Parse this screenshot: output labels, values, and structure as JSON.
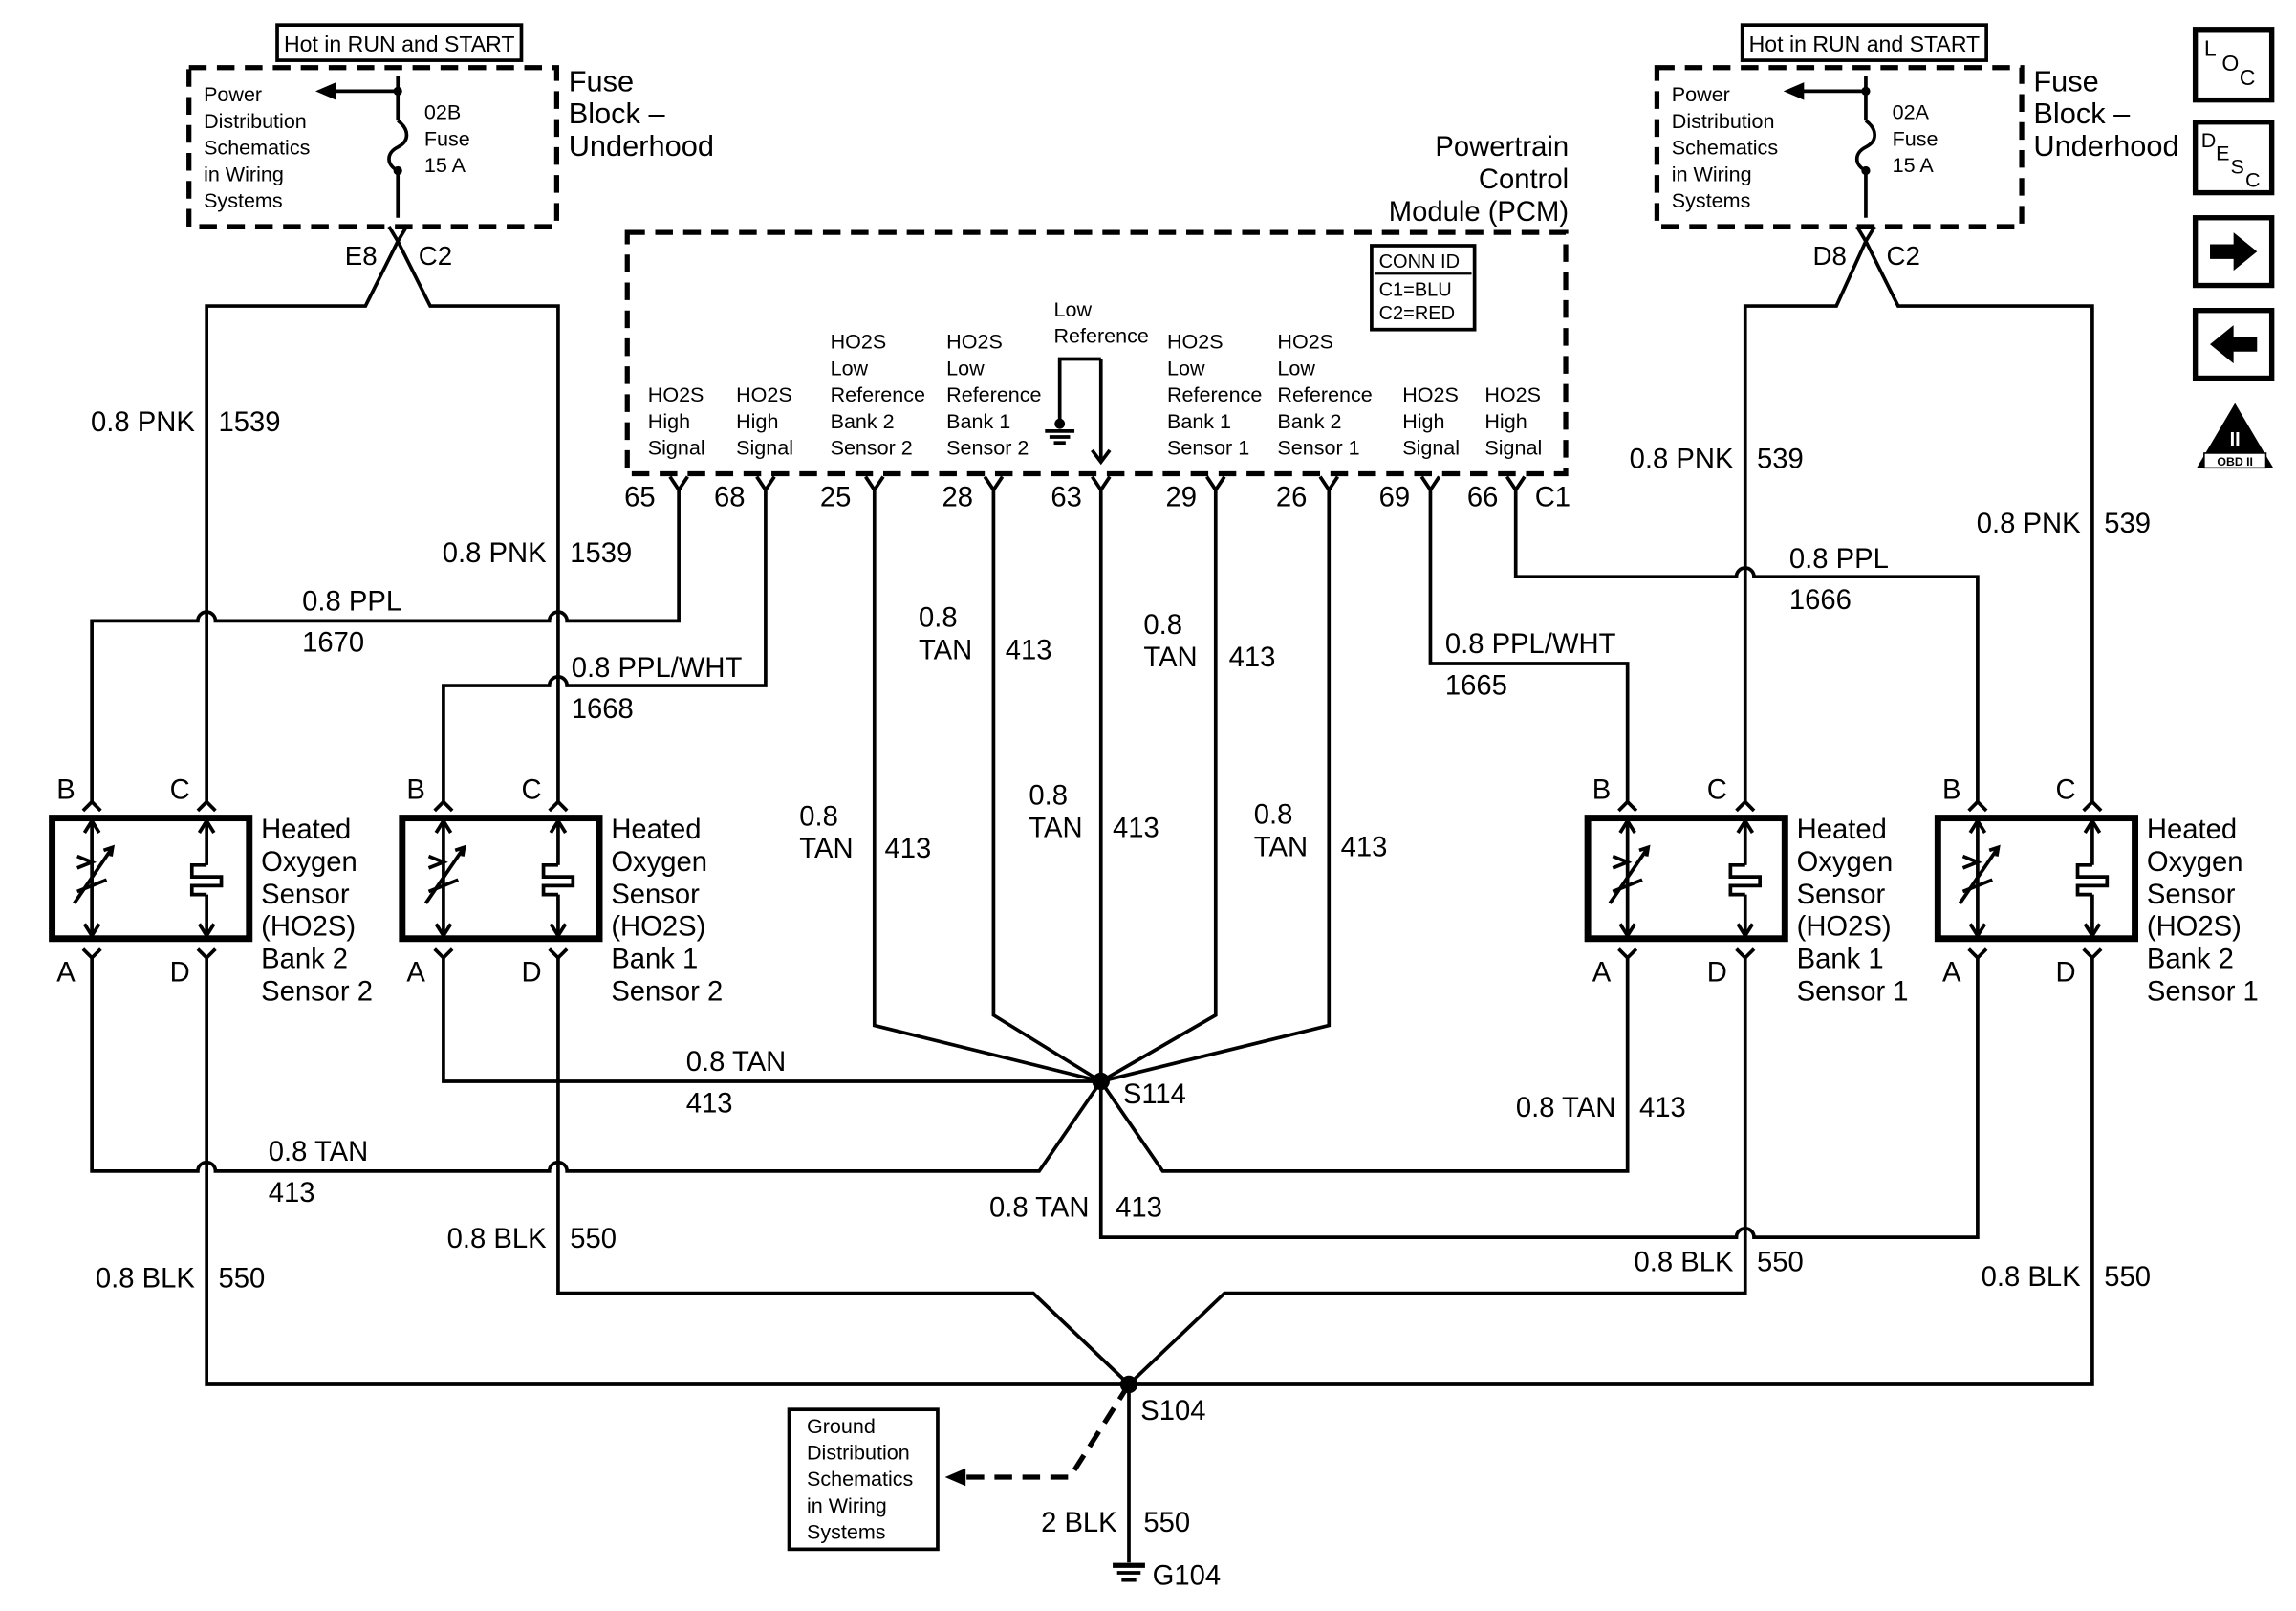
{
  "left_fuse": {
    "hot_label": "Hot in RUN and START",
    "power_ref": [
      "Power",
      "Distribution",
      "Schematics",
      "in Wiring",
      "Systems"
    ],
    "fuse": [
      "02B",
      "Fuse",
      "15 A"
    ],
    "block_name": [
      "Fuse",
      "Block –",
      "Underhood"
    ],
    "pin": "E8",
    "conn": "C2"
  },
  "right_fuse": {
    "hot_label": "Hot in RUN and START",
    "power_ref": [
      "Power",
      "Distribution",
      "Schematics",
      "in Wiring",
      "Systems"
    ],
    "fuse": [
      "02A",
      "Fuse",
      "15 A"
    ],
    "block_name": [
      "Fuse",
      "Block –",
      "Underhood"
    ],
    "pin": "D8",
    "conn": "C2"
  },
  "pcm": {
    "title": [
      "Powertrain",
      "Control",
      "Module (PCM)"
    ],
    "conn_id": [
      "CONN ID",
      "C1=BLU",
      "C2=RED"
    ],
    "conn": "C1",
    "terminals": [
      {
        "pin": "65",
        "label": [
          "HO2S",
          "High",
          "Signal"
        ]
      },
      {
        "pin": "68",
        "label": [
          "HO2S",
          "High",
          "Signal"
        ]
      },
      {
        "pin": "25",
        "label": [
          "HO2S",
          "Low",
          "Reference",
          "Bank 2",
          "Sensor 2"
        ]
      },
      {
        "pin": "28",
        "label": [
          "HO2S",
          "Low",
          "Reference",
          "Bank 1",
          "Sensor 2"
        ]
      },
      {
        "pin": "63",
        "label": [
          "Low",
          "Reference"
        ]
      },
      {
        "pin": "29",
        "label": [
          "HO2S",
          "Low",
          "Reference",
          "Bank 1",
          "Sensor 1"
        ]
      },
      {
        "pin": "26",
        "label": [
          "HO2S",
          "Low",
          "Reference",
          "Bank 2",
          "Sensor 1"
        ]
      },
      {
        "pin": "69",
        "label": [
          "HO2S",
          "High",
          "Signal"
        ]
      },
      {
        "pin": "66",
        "label": [
          "HO2S",
          "High",
          "Signal"
        ]
      }
    ]
  },
  "sensors": [
    {
      "name": [
        "Heated",
        "Oxygen",
        "Sensor",
        "(HO2S)",
        "Bank 2",
        "Sensor 2"
      ],
      "pins": [
        "B",
        "C",
        "A",
        "D"
      ]
    },
    {
      "name": [
        "Heated",
        "Oxygen",
        "Sensor",
        "(HO2S)",
        "Bank 1",
        "Sensor 2"
      ],
      "pins": [
        "B",
        "C",
        "A",
        "D"
      ]
    },
    {
      "name": [
        "Heated",
        "Oxygen",
        "Sensor",
        "(HO2S)",
        "Bank 1",
        "Sensor 1"
      ],
      "pins": [
        "B",
        "C",
        "A",
        "D"
      ]
    },
    {
      "name": [
        "Heated",
        "Oxygen",
        "Sensor",
        "(HO2S)",
        "Bank 2",
        "Sensor 1"
      ],
      "pins": [
        "B",
        "C",
        "A",
        "D"
      ]
    }
  ],
  "wire_labels": {
    "pnk_1539_left": {
      "color": "0.8 PNK",
      "circuit": "1539"
    },
    "pnk_1539_inner": {
      "color": "0.8 PNK",
      "circuit": "1539"
    },
    "ppl_1670": {
      "color": "0.8 PPL",
      "circuit": "1670"
    },
    "pplwht_1668": {
      "color": "0.8 PPL/WHT",
      "circuit": "1668"
    },
    "pnk_539_inner": {
      "color": "0.8 PNK",
      "circuit": "539"
    },
    "pnk_539_right": {
      "color": "0.8 PNK",
      "circuit": "539"
    },
    "ppl_1666": {
      "color": "0.8 PPL",
      "circuit": "1666"
    },
    "pplwht_1665": {
      "color": "0.8 PPL/WHT",
      "circuit": "1665"
    },
    "tan_28": {
      "color": [
        "0.8",
        "TAN"
      ],
      "circuit": "413"
    },
    "tan_29": {
      "color": [
        "0.8",
        "TAN"
      ],
      "circuit": "413"
    },
    "tan_25": {
      "color": [
        "0.8",
        "TAN"
      ],
      "circuit": "413"
    },
    "tan_63": {
      "color": [
        "0.8",
        "TAN"
      ],
      "circuit": "413"
    },
    "tan_26": {
      "color": [
        "0.8",
        "TAN"
      ],
      "circuit": "413"
    },
    "tan_s1a": {
      "color": "0.8 TAN",
      "circuit": "413"
    },
    "tan_s0a": {
      "color": "0.8 TAN",
      "circuit": "413"
    },
    "tan_s2a": {
      "color": "0.8 TAN",
      "circuit": "413"
    },
    "tan_s3a": {
      "color": "0.8 TAN",
      "circuit": "413"
    },
    "blk_s1d": {
      "color": "0.8 BLK",
      "circuit": "550"
    },
    "blk_s0d": {
      "color": "0.8 BLK",
      "circuit": "550"
    },
    "blk_s2d": {
      "color": "0.8 BLK",
      "circuit": "550"
    },
    "blk_s3d": {
      "color": "0.8 BLK",
      "circuit": "550"
    },
    "blk_ground": {
      "color": "2 BLK",
      "circuit": "550"
    }
  },
  "splices": {
    "tan": "S114",
    "blk": "S104"
  },
  "ground": {
    "id": "G104",
    "ref": [
      "Ground",
      "Distribution",
      "Schematics",
      "in Wiring",
      "Systems"
    ]
  },
  "nav_icons": {
    "loc": [
      "L",
      "O",
      "C"
    ],
    "desc": [
      "D",
      "E",
      "S",
      "C"
    ],
    "obd": [
      "II",
      "OBD II"
    ]
  }
}
